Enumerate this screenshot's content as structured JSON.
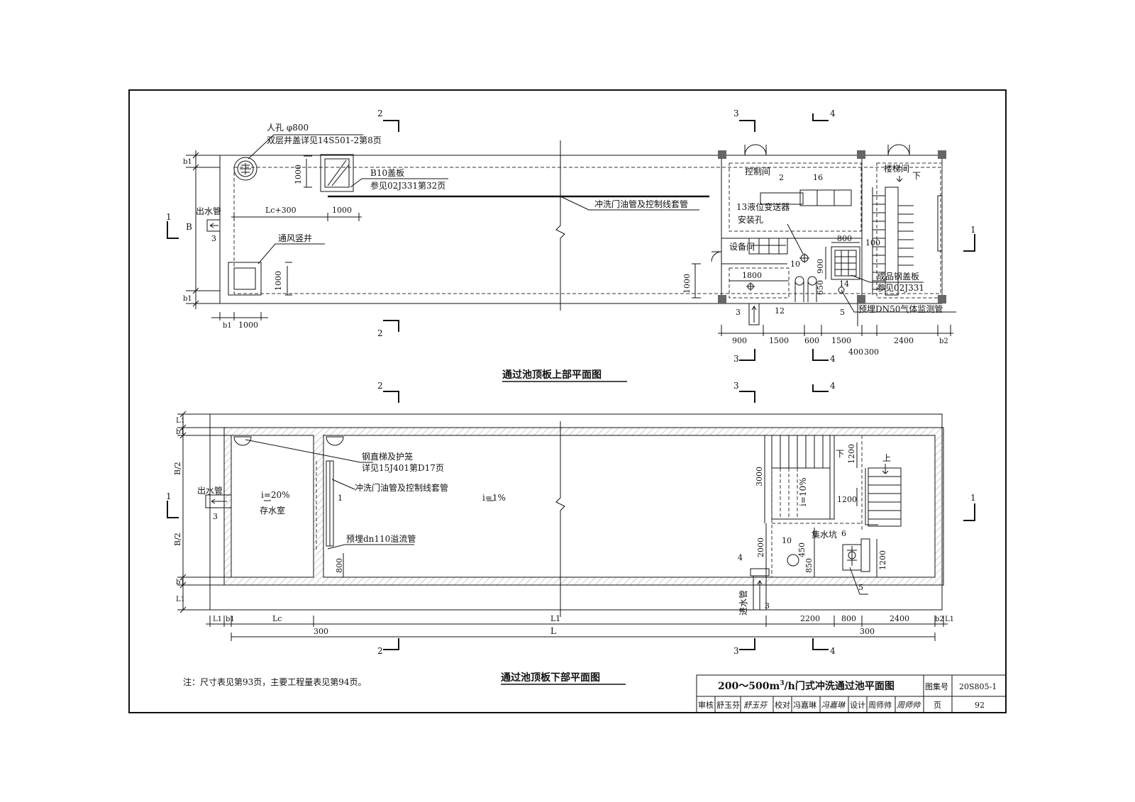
{
  "upper_plan": {
    "title": "通过池顶板上部平面图",
    "manhole_label": "人孔 φ800",
    "manhole_cover_ref": "双层井盖详见14S501-2第8页",
    "cover_plate_label": "B10盖板",
    "cover_plate_ref": "参见02J331第32页",
    "outlet_pipe": "出水管",
    "vent_shaft": "通风竖井",
    "conduit_label": "冲洗门油管及控制线套管",
    "control_room": "控制间",
    "stair_room": "楼梯间",
    "equipment_room": "设备间",
    "stair_down": "下",
    "level_transmitter": "13液位变送器",
    "install_hole": "安装孔",
    "steel_cover": "成品钢盖板",
    "steel_cover_ref": "参见02J331",
    "gas_pipe": "预埋DN50气体监测管",
    "marks": [
      "2",
      "16",
      "10",
      "14",
      "12",
      "3",
      "5"
    ],
    "dims_v": [
      "b1",
      "B",
      "b1",
      "1000",
      "1000",
      "1000"
    ],
    "dims_h_left": [
      "b1",
      "1000",
      "Lc+300",
      "1000"
    ],
    "dims_room": [
      "1800",
      "800",
      "100",
      "900",
      "650"
    ],
    "dims_bottom": [
      "900",
      "1500",
      "600",
      "1500",
      "2400",
      "b2",
      "400",
      "300"
    ]
  },
  "lower_plan": {
    "title": "通过池顶板下部平面图",
    "outlet_pipe": "出水管",
    "inlet_pipe": "进水管",
    "ladder_label": "钢直梯及护笼",
    "ladder_ref": "详见15J401第D17页",
    "conduit_label": "冲洗门油管及控制线套管",
    "overflow_label": "预埋dn110溢流管",
    "storage_slope": "i=20%",
    "storage_room": "存水室",
    "main_slope": "i=1%",
    "stair_slope": "i=10%",
    "sump": "集水坑",
    "stair_down": "下",
    "stair_up": "上",
    "marks": [
      "1",
      "3",
      "4",
      "10",
      "6",
      "5"
    ],
    "dims_v_left": [
      "L1",
      "b1",
      "B/2",
      "B/2",
      "b1",
      "L1"
    ],
    "dims_inner": [
      "1200",
      "3000",
      "1200",
      "2000",
      "450",
      "850",
      "1200",
      "800"
    ],
    "dims_bottom": [
      "L1",
      "b1",
      "Lc",
      "L1",
      "2200",
      "800",
      "2400",
      "b2",
      "L1"
    ],
    "dims_bottom2": [
      "300",
      "L",
      "300"
    ]
  },
  "section_marks": [
    "1",
    "2",
    "3",
    "4"
  ],
  "note": "注：尺寸表见第93页，主要工程量表见第94页。",
  "title_block": {
    "drawing_title_pre": "200～500m",
    "drawing_title_sup": "3",
    "drawing_title_post": "/h门式冲洗通过池平面图",
    "atlas_label": "图集号",
    "atlas_no": "20S805-1",
    "review_label": "审核",
    "reviewer": "舒玉芬",
    "reviewer_sig": "舒玉芬",
    "check_label": "校对",
    "checker": "冯嘉琳",
    "checker_sig": "冯嘉琳",
    "design_label": "设计",
    "designer": "周师帅",
    "designer_sig": "周师帅",
    "page_label": "页",
    "page_no": "92"
  }
}
